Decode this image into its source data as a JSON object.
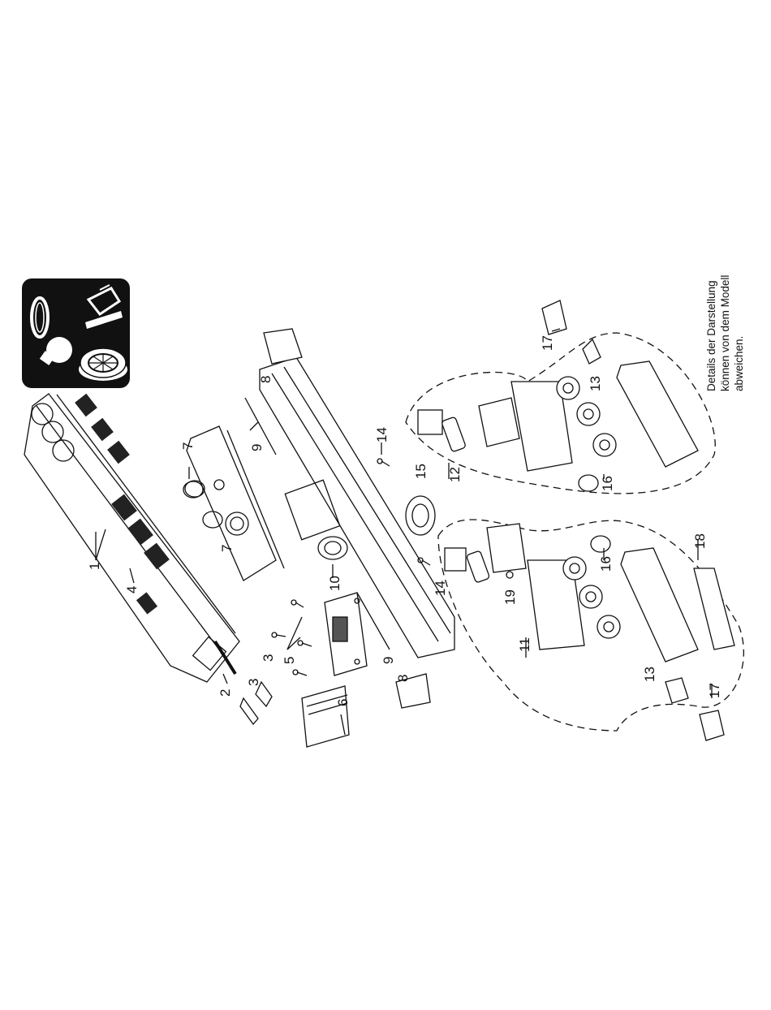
{
  "callouts": [
    {
      "id": "c1",
      "text": "1"
    },
    {
      "id": "c2",
      "text": "2"
    },
    {
      "id": "c3a",
      "text": "3"
    },
    {
      "id": "c3b",
      "text": "3"
    },
    {
      "id": "c4",
      "text": "4"
    },
    {
      "id": "c5",
      "text": "5"
    },
    {
      "id": "c6",
      "text": "6"
    },
    {
      "id": "c7a",
      "text": "7"
    },
    {
      "id": "c7b",
      "text": "7"
    },
    {
      "id": "c8a",
      "text": "8"
    },
    {
      "id": "c8b",
      "text": "8"
    },
    {
      "id": "c9a",
      "text": "9"
    },
    {
      "id": "c9b",
      "text": "9"
    },
    {
      "id": "c10",
      "text": "10"
    },
    {
      "id": "c11",
      "text": "11"
    },
    {
      "id": "c12",
      "text": "12"
    },
    {
      "id": "c13a",
      "text": "13"
    },
    {
      "id": "c13b",
      "text": "13"
    },
    {
      "id": "c14a",
      "text": "14"
    },
    {
      "id": "c14b",
      "text": "14"
    },
    {
      "id": "c15",
      "text": "15"
    },
    {
      "id": "c16a",
      "text": "16"
    },
    {
      "id": "c16b",
      "text": "16"
    },
    {
      "id": "c17a",
      "text": "17"
    },
    {
      "id": "c17b",
      "text": "17"
    },
    {
      "id": "c18",
      "text": "18"
    },
    {
      "id": "c19",
      "text": "19"
    }
  ],
  "note": {
    "line1": "Details der Darstellung",
    "line2": "können von dem Modell",
    "line3": "abweichen."
  },
  "icon_names": [
    "traction-tire-icon",
    "light-bulb-icon",
    "pantograph-icon",
    "fan-wheel-icon"
  ]
}
